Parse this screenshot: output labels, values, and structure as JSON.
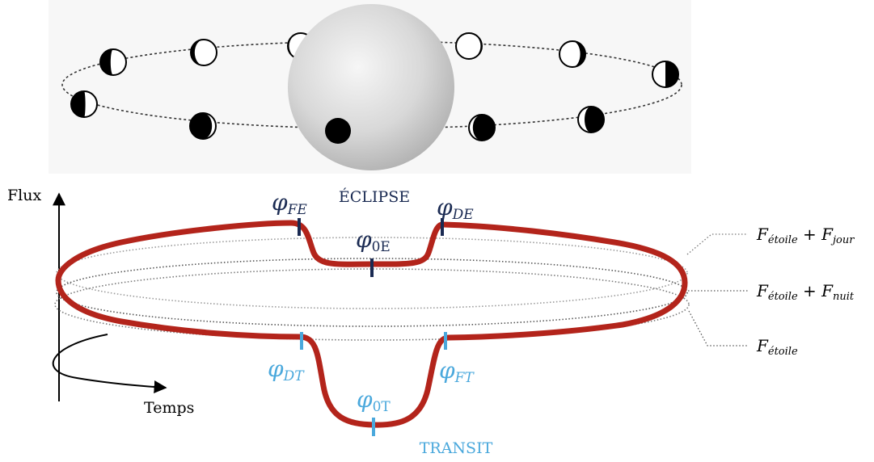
{
  "axis": {
    "y_label": "Flux",
    "x_label": "Temps"
  },
  "events": {
    "eclipse": "ÉCLIPSE",
    "transit": "TRANSIT"
  },
  "phases": {
    "symbol": "φ",
    "fe": "FE",
    "de": "DE",
    "e0": "0E",
    "dt": "DT",
    "ft": "FT",
    "t0": "0T"
  },
  "levels": {
    "F": "F",
    "star_sub": "étoile",
    "plus": " + ",
    "day_sub": "jour",
    "night_sub": "nuit"
  },
  "colors": {
    "curve": "#b3241b",
    "eclipse": "#1a2a52",
    "transit": "#4aa8dc",
    "star": "#c8c8c8"
  }
}
